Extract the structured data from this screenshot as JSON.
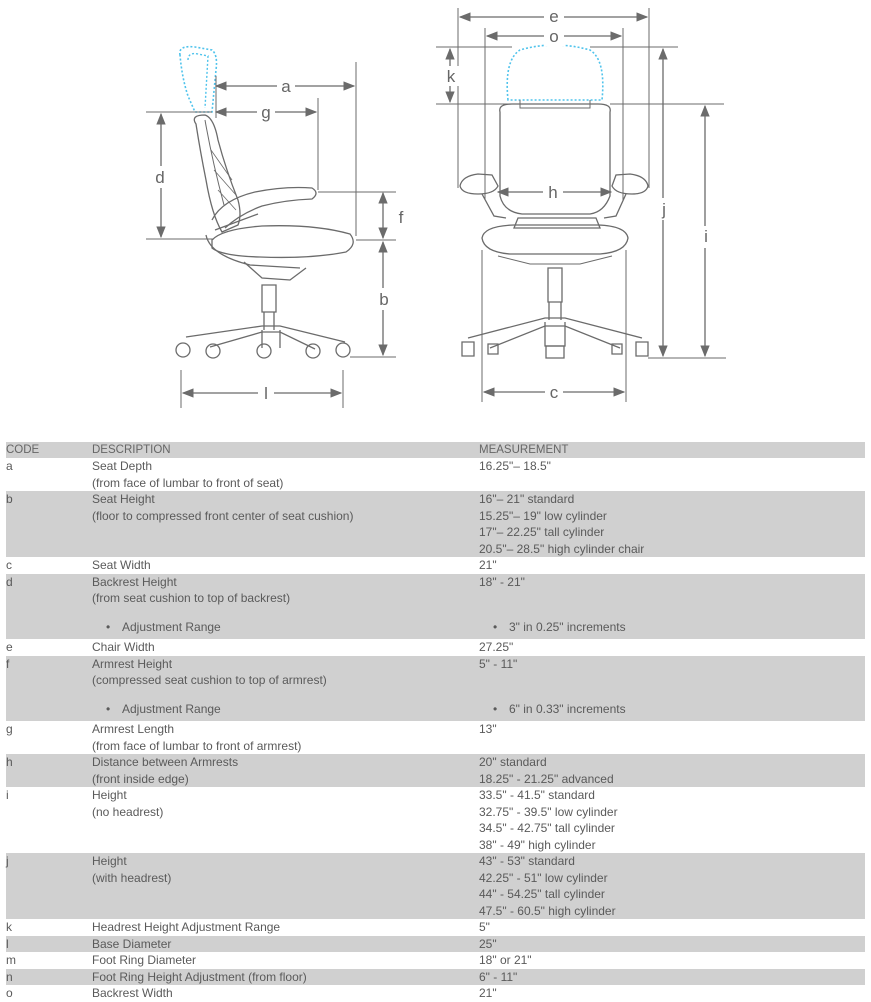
{
  "diagram": {
    "labels": {
      "a": "a",
      "g": "g",
      "d": "d",
      "f": "f",
      "b": "b",
      "l": "l",
      "e": "e",
      "o": "o",
      "k": "k",
      "h": "h",
      "j": "j",
      "i": "i",
      "c": "c"
    },
    "colors": {
      "line": "#6b6b6b",
      "headrest": "#4fc3ec"
    }
  },
  "table": {
    "headers": {
      "code": "CODE",
      "description": "DESCRIPTION",
      "measurement": "MEASUREMENT"
    },
    "rows": [
      {
        "code": "a",
        "desc": [
          "Seat Depth",
          "(from face of lumbar to front of seat)"
        ],
        "meas": [
          "16.25\"– 18.5\""
        ]
      },
      {
        "code": "b",
        "desc": [
          "Seat Height",
          "(floor to compressed front center of seat cushion)"
        ],
        "meas": [
          "16\"– 21\" standard",
          "15.25\"– 19\" low cylinder",
          "17\"– 22.25\" tall cylinder",
          "20.5\"– 28.5\" high cylinder chair"
        ]
      },
      {
        "code": "c",
        "desc": [
          "Seat Width"
        ],
        "meas": [
          "21\""
        ]
      },
      {
        "code": "d",
        "desc": [
          "Backrest Height",
          "(from seat cushion to top of backrest)"
        ],
        "meas": [
          "18\" - 21\""
        ],
        "sub_desc": "Adjustment Range",
        "sub_meas": "3\" in 0.25\" increments"
      },
      {
        "code": "e",
        "desc": [
          "Chair Width"
        ],
        "meas": [
          "27.25\""
        ]
      },
      {
        "code": "f",
        "desc": [
          "Armrest Height",
          "(compressed seat cushion to top of armrest)"
        ],
        "meas": [
          "5\" - 11\""
        ],
        "sub_desc": "Adjustment Range",
        "sub_meas": "6\" in 0.33\" increments"
      },
      {
        "code": "g",
        "desc": [
          "Armrest Length",
          "(from face of lumbar to front of armrest)"
        ],
        "meas": [
          "13\""
        ]
      },
      {
        "code": "h",
        "desc": [
          "Distance between Armrests",
          "(front inside edge)"
        ],
        "meas": [
          "20\" standard",
          "18.25\" - 21.25\" advanced"
        ]
      },
      {
        "code": "i",
        "desc": [
          "Height",
          "(no headrest)"
        ],
        "meas": [
          "33.5\" - 41.5\" standard",
          "32.75\" - 39.5\" low cylinder",
          "34.5\" - 42.75\" tall cylinder",
          "38\" - 49\" high cylinder"
        ]
      },
      {
        "code": "j",
        "desc": [
          "Height",
          "(with headrest)"
        ],
        "meas": [
          "43\" - 53\" standard",
          "42.25\" - 51\" low cylinder",
          "44\" - 54.25\" tall cylinder",
          "47.5\" - 60.5\" high cylinder"
        ]
      },
      {
        "code": "k",
        "desc": [
          "Headrest Height Adjustment Range"
        ],
        "meas": [
          "5\""
        ]
      },
      {
        "code": "l",
        "desc": [
          "Base Diameter"
        ],
        "meas": [
          "25\""
        ]
      },
      {
        "code": "m",
        "desc": [
          "Foot Ring Diameter"
        ],
        "meas": [
          "18\" or 21\""
        ]
      },
      {
        "code": "n",
        "desc": [
          "Foot Ring Height Adjustment (from floor)"
        ],
        "meas": [
          "6\" - 11\""
        ]
      },
      {
        "code": "o",
        "desc": [
          "Backrest Width"
        ],
        "meas": [
          "21\""
        ]
      }
    ]
  }
}
